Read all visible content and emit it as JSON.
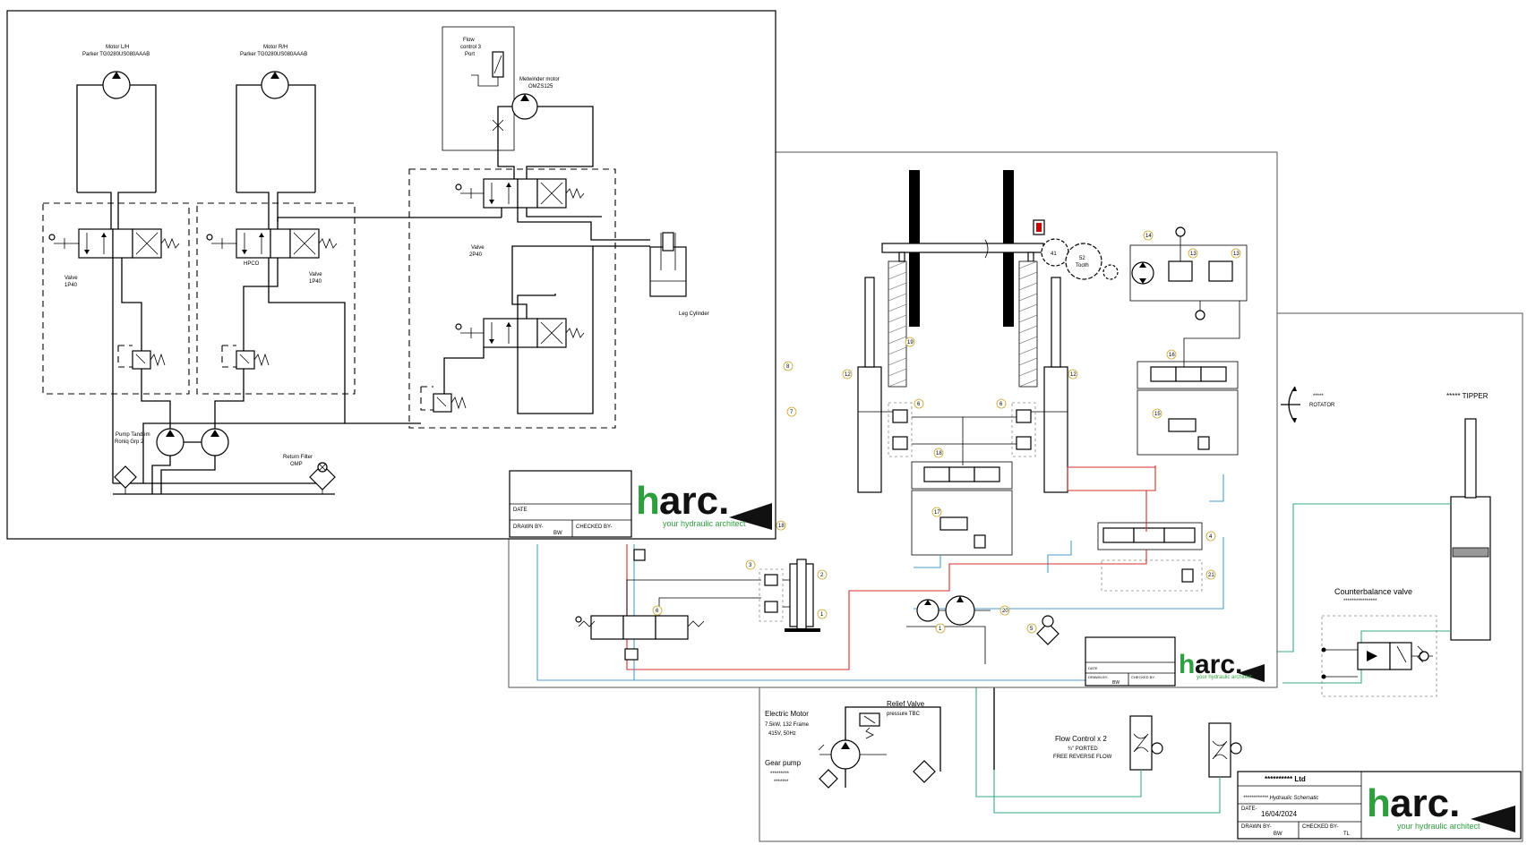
{
  "left_sheet": {
    "motor_lh": {
      "line1": "Motor L/H",
      "line2": "Parker TG0280US080AAAB"
    },
    "motor_rh": {
      "line1": "Motor R/H",
      "line2": "Parker TG0280US080AAAB"
    },
    "valve_left": {
      "line1": "Valve",
      "line2": "1P40"
    },
    "hpco": "HPCO",
    "valve_mid": {
      "line1": "Valve",
      "line2": "1P40"
    },
    "flow_control": {
      "line1": "Flow",
      "line2": "control 3",
      "line3": "Port"
    },
    "metwinder": {
      "line1": "Metwinder motor",
      "line2": "OMZS125"
    },
    "valve_2p40": {
      "line1": "Valve",
      "line2": "2P40"
    },
    "leg_cylinder": "Leg Cylinder",
    "pump_tandem": {
      "line1": "Pump Tandem",
      "line2": "Roniq Grp 2"
    },
    "return_filter": {
      "line1": "Return Filter",
      "line2": "OMP"
    },
    "title_block": {
      "date_label": "DATE",
      "drawn_label": "DRAWN BY-",
      "drawn_value": "BW",
      "checked_label": "CHECKED BY-"
    },
    "logo": {
      "h": "h",
      "rest": "arc.",
      "tagline": "your hydraulic architect"
    }
  },
  "middle_sheet": {
    "gear_41": "41",
    "gear_52": {
      "line1": "52",
      "line2": "Tooth"
    },
    "callouts": [
      "14",
      "13",
      "13",
      "19",
      "12",
      "12",
      "6",
      "6",
      "16",
      "15",
      "18",
      "17",
      "8",
      "7",
      "4",
      "21",
      "18",
      "3",
      "2",
      "20",
      "5",
      "1",
      "6",
      "1"
    ],
    "title_block": {
      "date_label": "DATE",
      "drawn_label": "DRAWN BY-",
      "drawn_value": "BW",
      "checked_label": "CHECKED BY-"
    },
    "logo": {
      "h": "h",
      "rest": "arc.",
      "tagline": "your hydraulic architect"
    }
  },
  "right_sheet": {
    "rotator": {
      "line1": "*****",
      "line2": "ROTATOR"
    },
    "tipper": "***** TIPPER",
    "counterbalance": {
      "line1": "Counterbalance valve",
      "line2": "****************"
    },
    "electric_motor": {
      "line1": "Electric Motor",
      "line2": "7.5kW, 132 Frame",
      "line3": "415V, 50Hz"
    },
    "relief_valve": {
      "line1": "Relief Valve",
      "line2": "pressure TBC"
    },
    "gear_pump": {
      "line1": "Gear pump",
      "line2": "*********",
      "line3": "*******"
    },
    "flow_control": {
      "line1": "Flow Control x 2",
      "line2": "¾\" PORTED",
      "line3": "FREE REVERSE FLOW"
    },
    "title_block": {
      "company": "********** Ltd",
      "drawing": "************ Hydraulic Schematic",
      "date_label": "DATE-",
      "date_value": "16/04/2024",
      "drawn_label": "DRAWN BY-",
      "drawn_value": "BW",
      "checked_label": "CHECKED BY-",
      "checked_value": "TL"
    },
    "logo": {
      "h": "h",
      "rest": "arc.",
      "tagline": "your hydraulic architect"
    }
  }
}
